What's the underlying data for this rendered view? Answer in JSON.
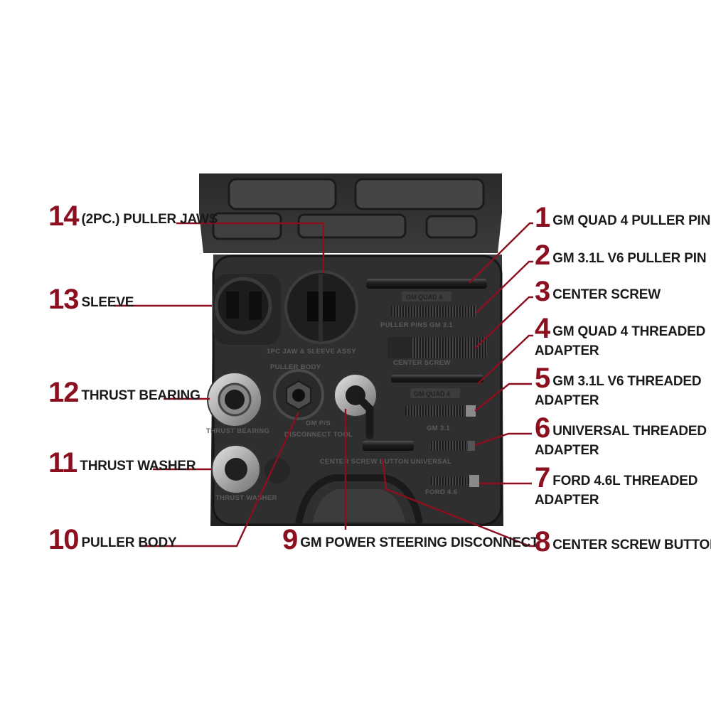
{
  "colors": {
    "accent": "#8b0f1f",
    "text": "#1a1a1a",
    "case": "#2b2b2b",
    "background": "#ffffff"
  },
  "callouts": [
    {
      "num": "1",
      "text": "GM QUAD 4 PULLER PIN"
    },
    {
      "num": "2",
      "text": "GM 3.1L V6 PULLER PIN"
    },
    {
      "num": "3",
      "text": "CENTER SCREW"
    },
    {
      "num": "4",
      "text": "GM QUAD 4 THREADED",
      "line2": "ADAPTER"
    },
    {
      "num": "5",
      "text": "GM 3.1L V6 THREADED",
      "line2": "ADAPTER"
    },
    {
      "num": "6",
      "text": "UNIVERSAL THREADED",
      "line2": "ADAPTER"
    },
    {
      "num": "7",
      "text": "FORD 4.6L THREADED",
      "line2": "ADAPTER"
    },
    {
      "num": "8",
      "text": "CENTER SCREW BUTTON"
    },
    {
      "num": "9",
      "text": "GM POWER STEERING DISCONNECT"
    },
    {
      "num": "10",
      "text": "PULLER BODY"
    },
    {
      "num": "11",
      "text": "THRUST WASHER"
    },
    {
      "num": "12",
      "text": "THRUST BEARING"
    },
    {
      "num": "13",
      "text": "SLEEVE"
    },
    {
      "num": "14",
      "text": "(2PC.) PULLER JAWS"
    }
  ],
  "case_labels": {
    "gm_quad4_top": "GM QUAD 4",
    "puller_pins": "PULLER PINS GM 3.1",
    "center_screw": "CENTER SCREW",
    "gm_quad4_mid": "GM QUAD 4",
    "gm_31": "GM 3.1",
    "ford": "FORD 4.6",
    "jaw_sleeve": "1PC JAW & SLEEVE ASSY",
    "puller_body": "PULLER BODY",
    "thrust_bearing": "THRUST BEARING",
    "gm_ps": "GM P/S",
    "disconnect": "DISCONNECT TOOL",
    "center_button": "CENTER SCREW BUTTON UNIVERSAL",
    "thrust_washer": "THRUST WASHER"
  }
}
